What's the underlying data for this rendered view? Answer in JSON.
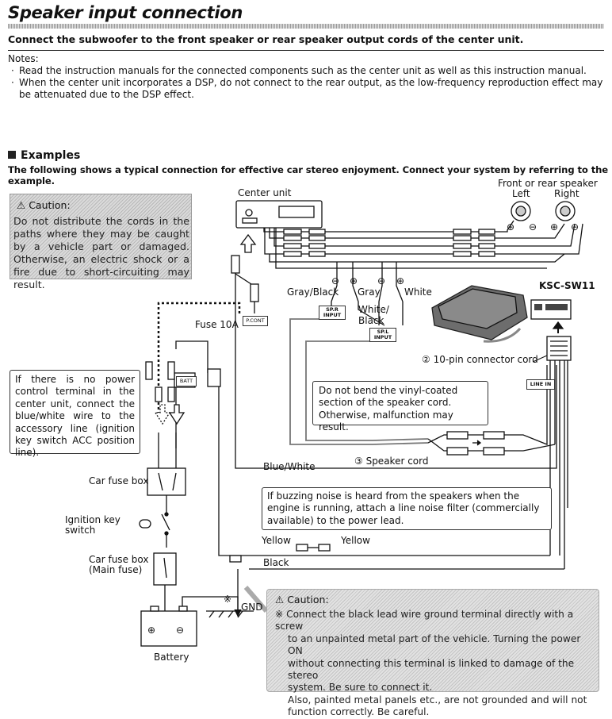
{
  "header": {
    "title": "Speaker input connection",
    "subheading": "Connect the subwoofer to the front speaker or rear speaker output cords of the center unit."
  },
  "notes": {
    "label": "Notes:",
    "items": [
      "Read the instruction manuals for the connected components such as the center unit as well as this instruction manual.",
      "When the center unit incorporates a DSP, do not connect to the rear output, as the low-frequency reproduction effect may be attenuated due to the DSP effect."
    ]
  },
  "examples": {
    "heading": "Examples",
    "subheading": "The following shows a typical connection for effective car stereo enjoyment. Connect your system by referring to the example."
  },
  "caution_top": {
    "heading": "Caution:",
    "body": "Do not distribute the cords in the paths where they may be caught by a vehicle part or damaged. Otherwise, an electric shock or a fire due to short-circuiting may result."
  },
  "caution_bottom": {
    "heading": "Caution:",
    "mark": "※",
    "lines": [
      "Connect the black lead wire ground terminal directly with a screw",
      "to an unpainted metal part of the vehicle. Turning the power ON",
      "without connecting this terminal is linked to damage of the stereo",
      "system. Be sure to connect it.",
      "Also, painted metal panels etc., are not grounded and will not",
      "function correctly. Be careful."
    ]
  },
  "notes_boxes": {
    "no_power": "If there is no power control terminal in the center unit, connect the blue/white wire to the accessory line (ignition key switch ACC position line).",
    "no_bend": "Do not bend the vinyl-coated section of the speaker cord. Otherwise, malfunction may result.",
    "buzzing": "If buzzing noise is heard from the speakers when the engine is running, attach a line noise filter (commercially available) to the power lead."
  },
  "labels": {
    "center_unit": "Center unit",
    "front_rear_speaker": "Front or rear speaker",
    "left": "Left",
    "right": "Right",
    "model": "KSC-SW11",
    "gray_black": "Gray/Black",
    "gray": "Gray",
    "white_black": "White/\nBlack",
    "white": "White",
    "sp_r_input": "SP.R\nINPUT",
    "sp_l_input": "SP.L\nINPUT",
    "pin_cord": "② 10-pin connector cord",
    "line_in": "LINE IN",
    "speaker_cord": "③ Speaker cord",
    "blue_white": "Blue/White",
    "fuse": "Fuse 10A",
    "p_cont": "P.CONT",
    "batt": "BATT",
    "car_fuse_box": "Car fuse box",
    "ignition_key": "Ignition key\nswitch",
    "car_fuse_box_main": "Car fuse box\n(Main fuse)",
    "battery": "Battery",
    "yellow_left": "Yellow",
    "yellow_right": "Yellow",
    "black": "Black",
    "gnd": "GND",
    "ref_mark": "※",
    "plus": "⊕",
    "minus": "⊖"
  },
  "colors": {
    "caution_fill": "#d0d0d0",
    "line": "#111111",
    "cord_gray": "#777777"
  }
}
